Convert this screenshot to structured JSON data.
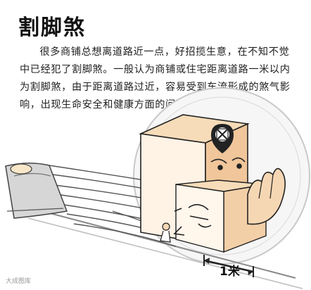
{
  "title": "割脚煞",
  "paragraph": "很多商铺总想离道路近一点，好招揽生意，在不知不觉中已经犯了割脚煞。一般认为商铺或住宅距离道路一米以内为割脚煞，由于距离道路过近，容易受到车流形成的煞气影响，出现生命安全和健康方面的问题。",
  "illustration": {
    "distance_label": "1米",
    "watermark": "大成图库",
    "colors": {
      "box_tan": "#f3d2a8",
      "box_side": "#e8b98a",
      "face_light": "#fff2e6",
      "circle_grey": "#c9c9c9",
      "ink": "#1a1a1a"
    }
  }
}
